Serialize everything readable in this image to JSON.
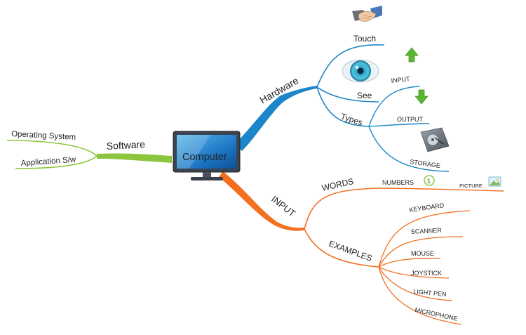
{
  "center": {
    "label": "Computer"
  },
  "software": {
    "label": "Software",
    "children": [
      "Operating System",
      "Application S/w"
    ],
    "color": "#8cc63f"
  },
  "hardware": {
    "label": "Hardware",
    "color": "#1c86c8",
    "touch": "Touch",
    "see": "See",
    "types": {
      "label": "Types",
      "input": "INPUT",
      "output": "OUTPUT",
      "storage": "STORAGE"
    }
  },
  "input": {
    "label": "INPUT",
    "color": "#f37021",
    "words": {
      "label": "WORDS",
      "numbers": "NUMBERS",
      "number_badge": "1",
      "picture": "PICTURE"
    },
    "examples": {
      "label": "EXAMPLES",
      "items": [
        "KEYBOARD",
        "SCANNER",
        "MOUSE",
        "JOYSTICK",
        "LIGHT PEN",
        "MICROPHONE"
      ]
    }
  },
  "icons": [
    "handshake-icon",
    "eye-icon",
    "up-arrow-icon",
    "down-arrow-icon",
    "hard-drive-icon",
    "picture-icon",
    "number-one-icon",
    "monitor-icon"
  ]
}
